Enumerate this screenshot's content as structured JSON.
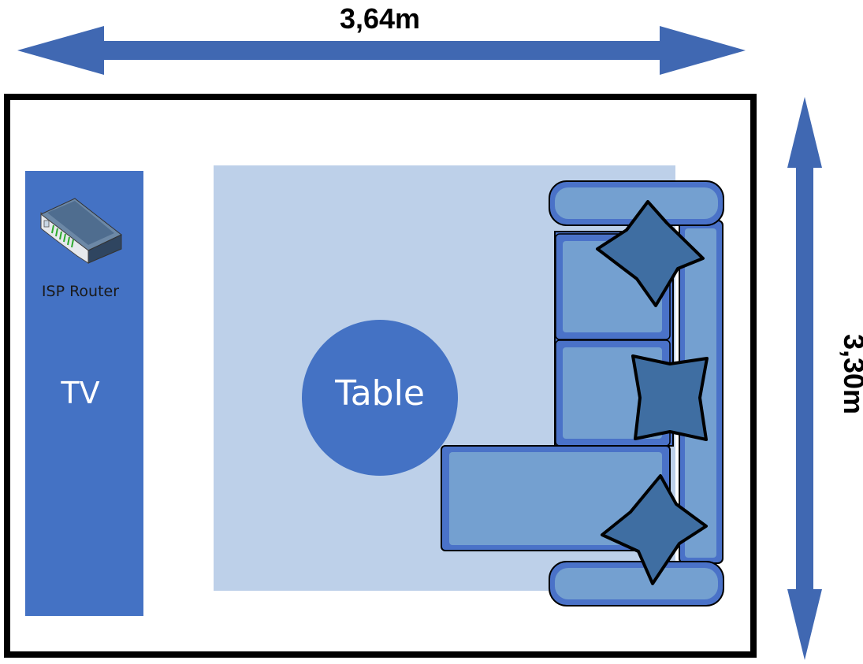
{
  "dimensions": {
    "width_label": "3,64m",
    "height_label": "3,30m"
  },
  "furniture": {
    "tv_label": "TV",
    "router_label": "ISP Router",
    "table_label": "Table"
  },
  "icons": {
    "router": "network-router-icon",
    "sofa": "sofa-icon",
    "pillow": "pillow-icon"
  },
  "colors": {
    "arrow": "#4068b2",
    "tv_stand": "#4472c4",
    "rug": "#bdd0e9",
    "table": "#4472c4",
    "sofa_frame": "#4a72c8",
    "sofa_cushion": "#74a0d0",
    "pillow": "#3f6ea2",
    "wall": "#000000"
  }
}
